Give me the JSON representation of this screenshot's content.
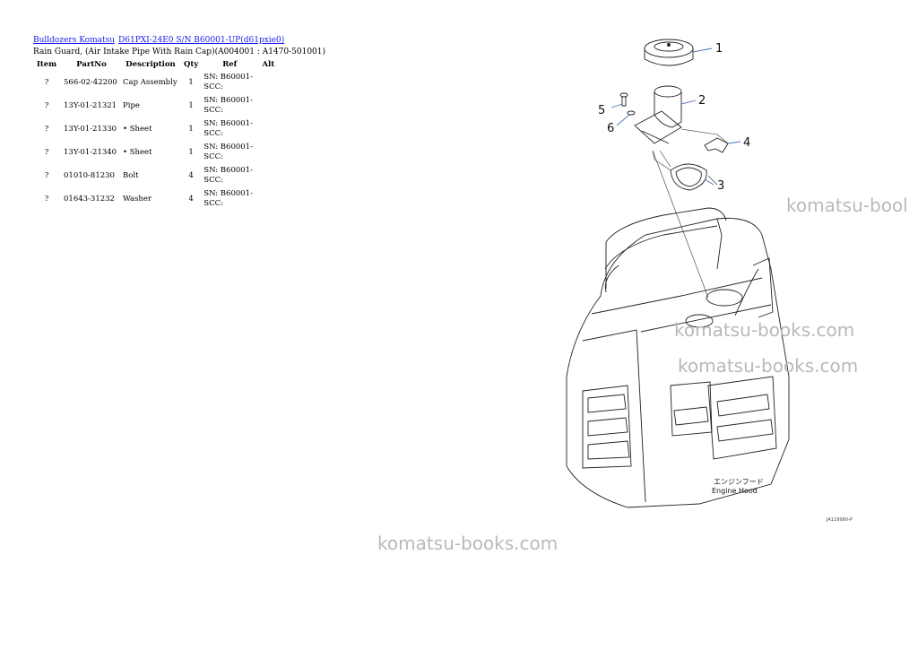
{
  "breadcrumb": {
    "category": "Bulldozers Komatsu",
    "model": "D61PXI-24E0 S/N B60001-UP(d61pxie0)"
  },
  "page_title": "Rain Guard, (Air Intake Pipe With Rain Cap)(A004001 : A1470-501001)",
  "table": {
    "headers": [
      "Item",
      "PartNo",
      "Description",
      "Qty",
      "Ref",
      "Alt"
    ],
    "rows": [
      {
        "item": "?",
        "part_no": "566-02-42200",
        "description": "Cap Assembly",
        "qty": "1",
        "ref": "SN: B60001-SCC:",
        "alt": ""
      },
      {
        "item": "?",
        "part_no": "13Y-01-21321",
        "description": "Pipe",
        "qty": "1",
        "ref": "SN: B60001-SCC:",
        "alt": ""
      },
      {
        "item": "?",
        "part_no": "13Y-01-21330",
        "description": "• Sheet",
        "qty": "1",
        "ref": "SN: B60001-SCC:",
        "alt": ""
      },
      {
        "item": "?",
        "part_no": "13Y-01-21340",
        "description": "• Sheet",
        "qty": "1",
        "ref": "SN: B60001-SCC:",
        "alt": ""
      },
      {
        "item": "?",
        "part_no": "01010-81230",
        "description": "Bolt",
        "qty": "4",
        "ref": "SN: B60001-SCC:",
        "alt": ""
      },
      {
        "item": "?",
        "part_no": "01643-31232",
        "description": "Washer",
        "qty": "4",
        "ref": "SN: B60001-SCC:",
        "alt": ""
      }
    ]
  },
  "diagram": {
    "callouts": [
      "1",
      "2",
      "3",
      "4",
      "5",
      "6"
    ],
    "label_jp": "エンジンフード",
    "label_en": "Engine Hood",
    "drawing_code": "JA119990-P"
  },
  "watermarks": [
    "komatsu-bool",
    "komatsu-books.com",
    "komatsu-books.com",
    "komatsu-books.com"
  ],
  "colors": {
    "link": "#1a1aee",
    "callout_line": "#4a6fb5",
    "watermark": "#b9b9b9"
  }
}
